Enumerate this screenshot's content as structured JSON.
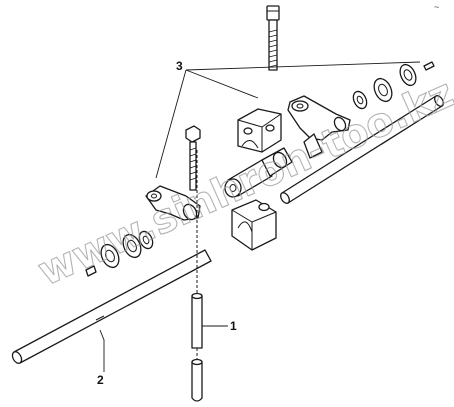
{
  "diagram": {
    "callouts": [
      {
        "id": "1",
        "label": "1"
      },
      {
        "id": "2",
        "label": "2"
      },
      {
        "id": "3",
        "label": "3"
      }
    ],
    "watermark": "www.sinhron-too.kz",
    "corner_mark": "~"
  },
  "colors": {
    "line": "#1a1a1a",
    "watermark": "#9a9a9a",
    "background": "#ffffff"
  }
}
